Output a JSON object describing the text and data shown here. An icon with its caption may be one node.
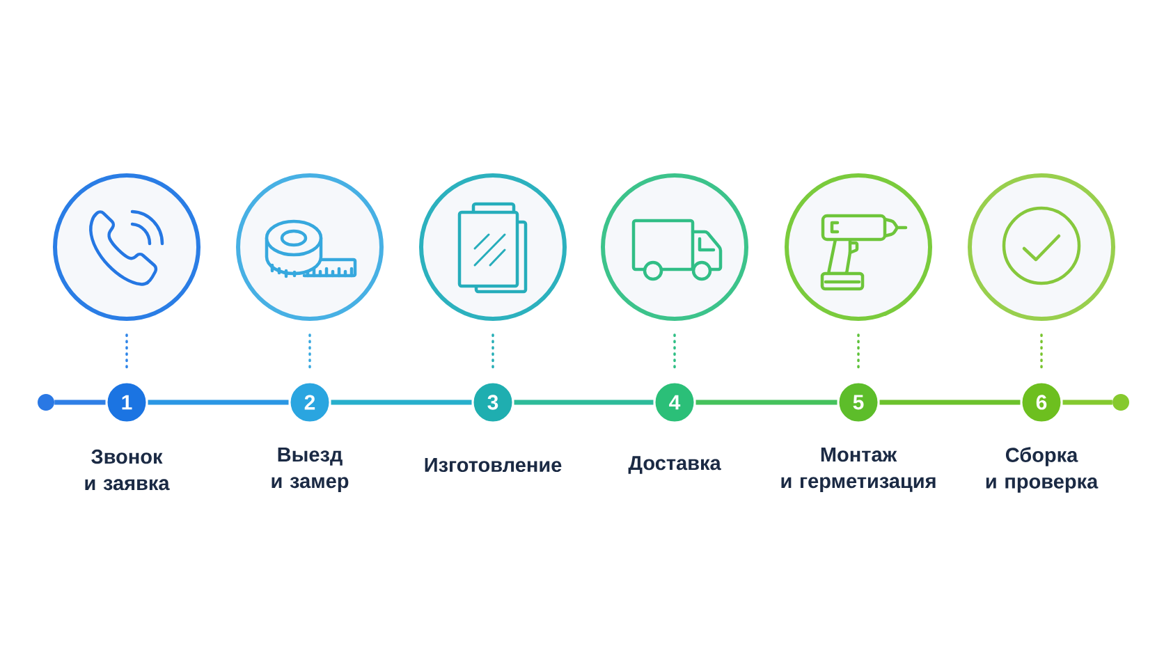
{
  "diagram": {
    "nodes": [
      {
        "text": [],
        "shape": "circle"
      },
      {
        "text": [],
        "shape": "circle"
      },
      {
        "text": [],
        "shape": "circle"
      },
      {
        "text": [],
        "shape": "circle"
      },
      {
        "text": [],
        "shape": "circle"
      },
      {
        "text": [],
        "shape": "circle"
      },
      {
        "text": [],
        "shape": "circle"
      },
      {
        "text": [
          "1"
        ],
        "beside": [
          "Звонок и заявка"
        ]
      },
      {
        "text": [
          "2"
        ],
        "beside": [
          "Выезд и замер"
        ]
      },
      {
        "text": [
          "3"
        ],
        "beside": [
          "Изготовление"
        ]
      },
      {
        "text": [
          "4"
        ],
        "beside": [
          "Доставка"
        ]
      },
      {
        "text": [
          "5"
        ],
        "beside": [
          "Монтаж и герметизация"
        ]
      },
      {
        "text": [
          "6"
        ],
        "beside": [
          "Сборка и проверка"
        ]
      },
      {
        "text": [],
        "shape": "circle"
      }
    ],
    "edges": [
      {
        "from": 6,
        "to": 7,
        "arrow": "none",
        "color": "#2f7fe6"
      },
      {
        "from": 7,
        "to": 8,
        "arrow": "none",
        "color": "#2b97e4"
      },
      {
        "from": 8,
        "to": 9,
        "arrow": "none",
        "color": "#27afcc"
      },
      {
        "from": 9,
        "to": 10,
        "arrow": "none",
        "color": "#2dbb9a"
      },
      {
        "from": 10,
        "to": 11,
        "arrow": "none",
        "color": "#45c25c"
      },
      {
        "from": 11,
        "to": 12,
        "arrow": "none",
        "color": "#6cc22c"
      },
      {
        "from": 12,
        "to": 13,
        "arrow": "none",
        "color": "#84c92f"
      },
      {
        "from": 0,
        "to": 7,
        "arrow": "none",
        "style": "dashed",
        "color": "#2f85e8"
      },
      {
        "from": 1,
        "to": 8,
        "arrow": "none",
        "style": "dashed",
        "color": "#38a8e0"
      },
      {
        "from": 2,
        "to": 9,
        "arrow": "none",
        "style": "dashed",
        "color": "#26aeb6"
      },
      {
        "from": 3,
        "to": 10,
        "arrow": "none",
        "style": "dashed",
        "color": "#2fbf85"
      },
      {
        "from": 4,
        "to": 11,
        "arrow": "none",
        "style": "dashed",
        "color": "#5ec23a"
      },
      {
        "from": 5,
        "to": 12,
        "arrow": "none",
        "style": "dashed",
        "color": "#78c42e"
      }
    ]
  }
}
